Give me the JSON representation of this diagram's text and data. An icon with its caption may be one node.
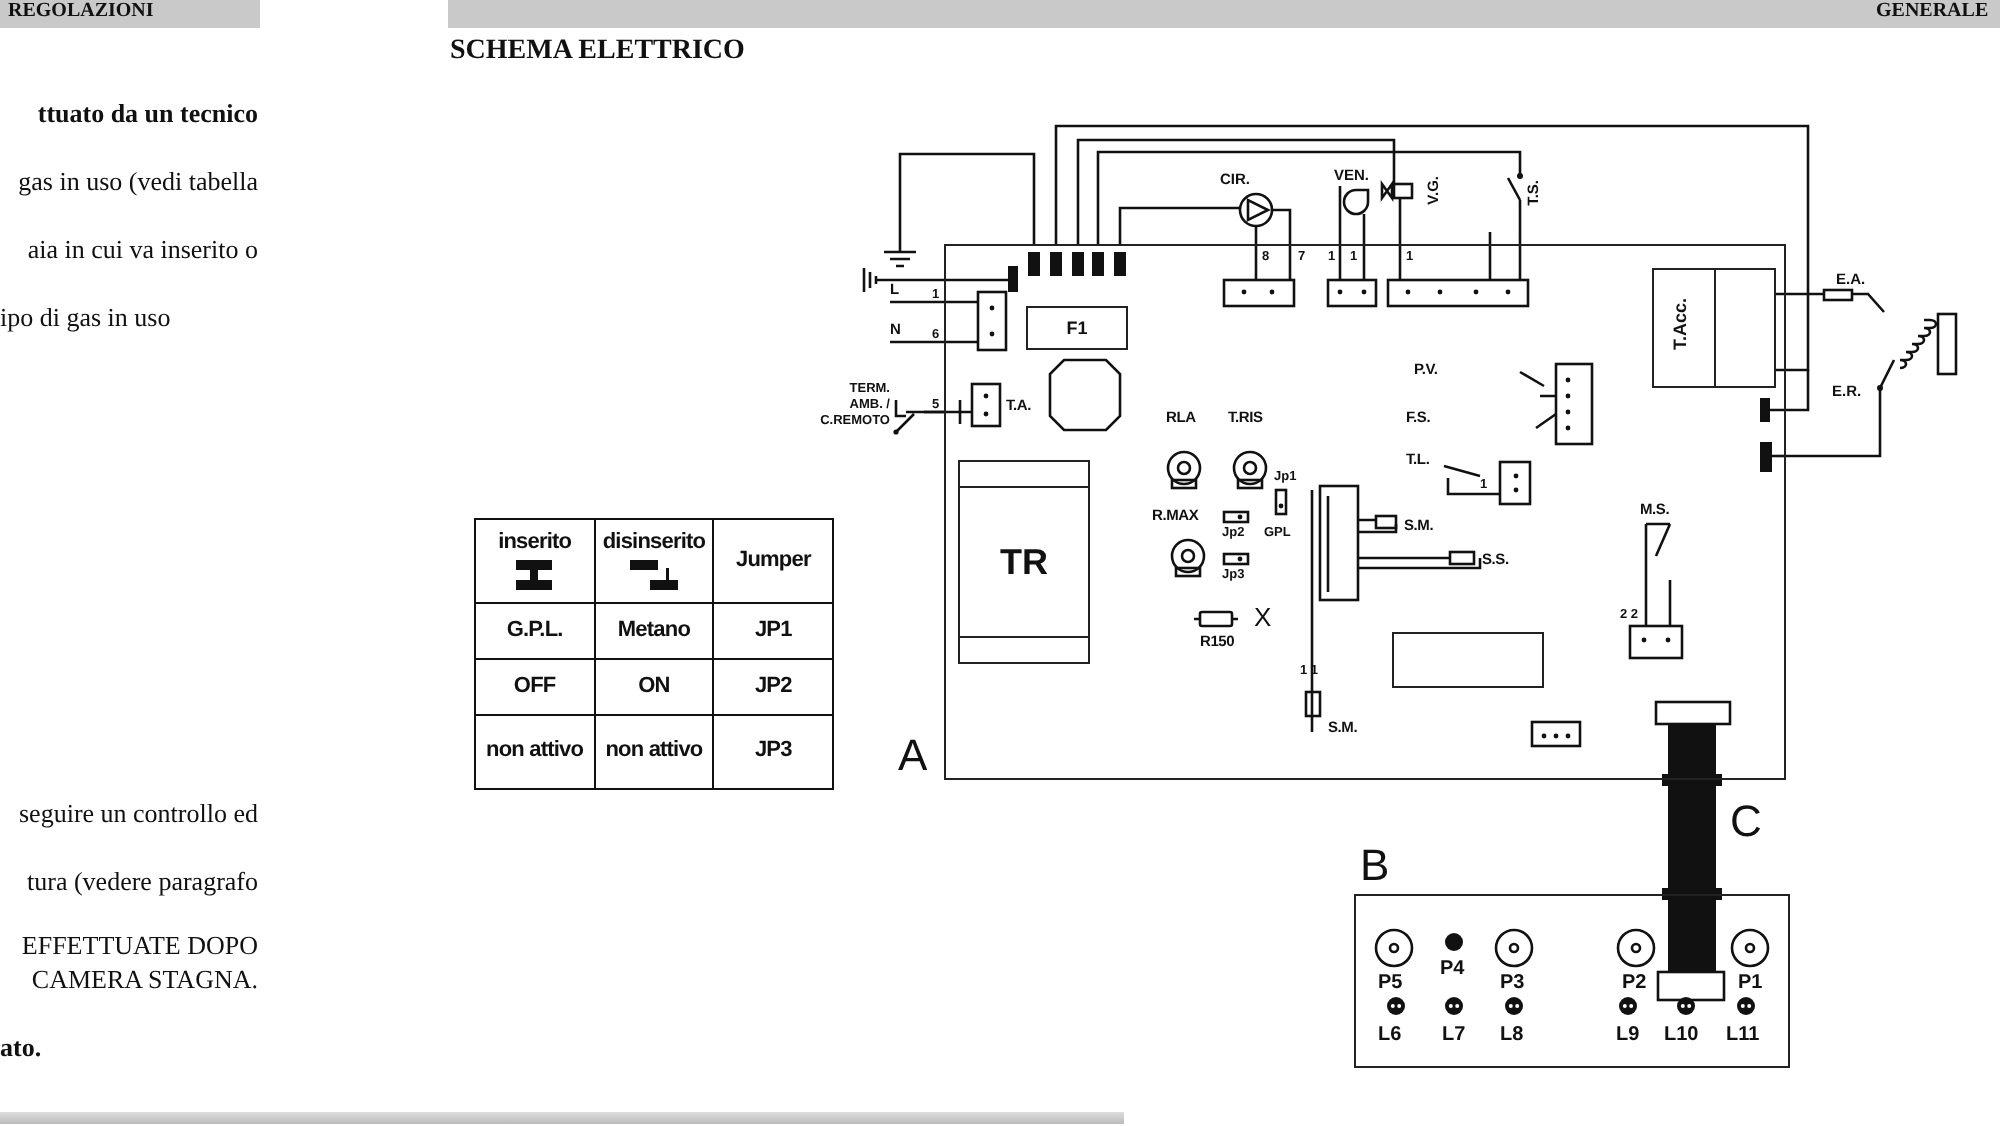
{
  "diagram": {
    "title": "SCHEMA ELETTRICO",
    "nodes": [
      {
        "text": [
          "A"
        ]
      },
      {
        "text": [
          "F1"
        ],
        "in": 0
      },
      {
        "text": [
          "TR"
        ],
        "in": 0
      },
      {
        "text": [
          "T.Acc."
        ],
        "in": 0
      },
      {
        "text": [],
        "shape": "box",
        "in": 0
      },
      {
        "text": [
          "CIR."
        ]
      },
      {
        "text": [
          "VEN."
        ]
      },
      {
        "text": [
          "V.G."
        ]
      },
      {
        "text": [
          "T.S."
        ]
      },
      {
        "text": [
          "E.A."
        ]
      },
      {
        "text": [
          "E.R."
        ]
      },
      {
        "text": [
          "TERM. AMB. / C.REMOTO"
        ]
      },
      {
        "text": [
          "B"
        ]
      }
    ],
    "edges": [
      {
        "from": 5,
        "to": 0,
        "arrow": "none"
      },
      {
        "from": 6,
        "to": 0,
        "arrow": "none"
      },
      {
        "from": 7,
        "to": 0,
        "arrow": "none"
      },
      {
        "from": 8,
        "to": 0,
        "arrow": "none"
      },
      {
        "from": 9,
        "to": 3,
        "arrow": "none"
      },
      {
        "from": 10,
        "to": 0,
        "arrow": "none"
      },
      {
        "from": 11,
        "to": 0,
        "arrow": "none"
      },
      {
        "from": 0,
        "to": 12,
        "arrow": "other",
        "style": "thick",
        "label": "C"
      },
      {
        "from": 0,
        "to": 3,
        "arrow": "none"
      },
      {
        "from": 0,
        "to": 7,
        "arrow": "none"
      },
      {
        "from": 0,
        "to": 8,
        "arrow": "none"
      },
      {
        "from": 0,
        "to": 5,
        "arrow": "none"
      }
    ],
    "labels": [
      "REGOLAZIONI",
      "GENERALE",
      "ttuato da un tecnico",
      "gas in uso (vedi tabella",
      "aia in cui va inserito o",
      "ipo di gas in uso",
      "inserito",
      "disinserito",
      "Jumper",
      "G.P.L.",
      "Metano",
      "JP1",
      "OFF",
      "ON",
      "JP2",
      "non attivo",
      "non attivo",
      "JP3",
      "seguire un controllo ed",
      "tura (vedere paragrafo",
      "EFFETTUATE DOPO",
      "CAMERA STAGNA.",
      "ato.",
      "L",
      "1",
      "N",
      "6",
      "5",
      "T.A.",
      "8",
      "7",
      "1",
      "1",
      "1",
      "P.V.",
      "F.S.",
      "T.L.",
      "1",
      "RLA",
      "T.RIS",
      "R.MAX",
      "Jp1",
      "Jp2",
      "GPL",
      "Jp3",
      "S.M.",
      "S.S.",
      "R150",
      "X",
      "M.S.",
      "1 1",
      "S.M.",
      "2 2",
      "P5",
      "P4",
      "P3",
      "P2",
      "P1",
      "L6",
      "L7",
      "L8",
      "L9",
      "L10",
      "L11"
    ]
  }
}
